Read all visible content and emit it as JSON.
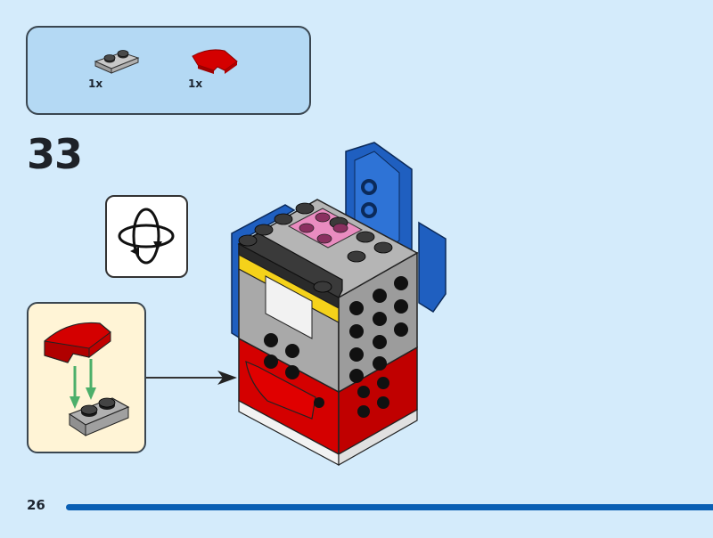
{
  "parts_list": {
    "items": [
      {
        "name": "plate-1x2-light-gray",
        "quantity": "1x",
        "color": "#b8b8b8"
      },
      {
        "name": "curved-slope-2x2-red",
        "quantity": "1x",
        "color": "#d40000"
      }
    ]
  },
  "step": {
    "number": "33"
  },
  "rotate_icon": {
    "meaning": "rotate-model"
  },
  "sub_assembly": {
    "arrow_color": "#4caf6a"
  },
  "colors": {
    "background": "#d4ebfb",
    "parts_box": "#b4d9f4",
    "sub_box": "#fff4d6",
    "blue": "#1f5fc0",
    "red": "#d40000",
    "gray": "#a9a9a9",
    "dark_gray": "#3a3a3a",
    "yellow": "#f5d21a",
    "pink": "#e98cc0",
    "page_bar": "#0a5fb4"
  },
  "footer": {
    "page_number": "26"
  }
}
